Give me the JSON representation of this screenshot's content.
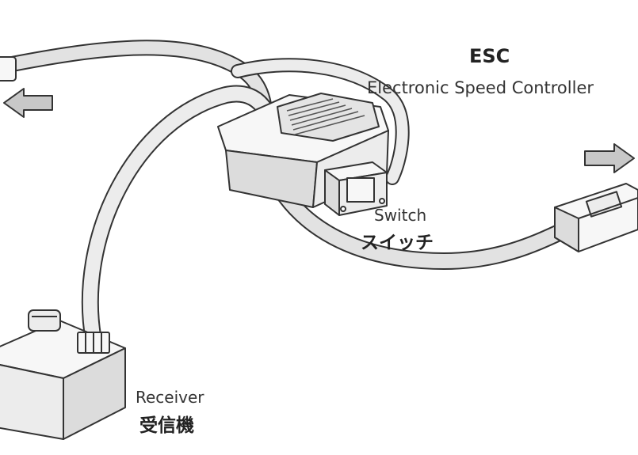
{
  "labels": {
    "esc_title": "ESC",
    "esc_subtitle": "Electronic Speed Controller",
    "switch_en": "Switch",
    "switch_jp": "スイッチ",
    "receiver_en": "Receiver",
    "receiver_jp": "受信機"
  },
  "colors": {
    "line": "#333333",
    "wire": "#e2e2e2",
    "wire_alt": "#ececec",
    "body_light": "#f7f7f7",
    "body_mid": "#dcdcdc",
    "arrow": "#c8c8c8"
  },
  "icons": [
    "left-arrow-icon",
    "right-arrow-icon"
  ]
}
